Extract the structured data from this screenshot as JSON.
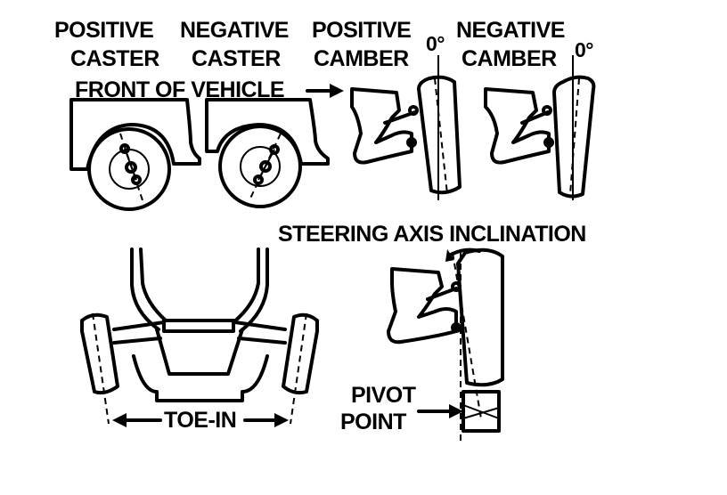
{
  "caster": {
    "positive_line1": "POSITIVE",
    "positive_line2": "CASTER",
    "negative_line1": "NEGATIVE",
    "negative_line2": "CASTER",
    "front_of_vehicle": "FRONT OF VEHICLE"
  },
  "camber": {
    "positive_line1": "POSITIVE",
    "positive_line2": "CAMBER",
    "positive_degree": "0°",
    "negative_line1": "NEGATIVE",
    "negative_line2": "CAMBER",
    "negative_degree": "0°"
  },
  "steering_axis": {
    "title": "STEERING AXIS INCLINATION",
    "pivot_line1": "PIVOT",
    "pivot_line2": "POINT"
  },
  "toe": {
    "label": "TOE-IN"
  }
}
